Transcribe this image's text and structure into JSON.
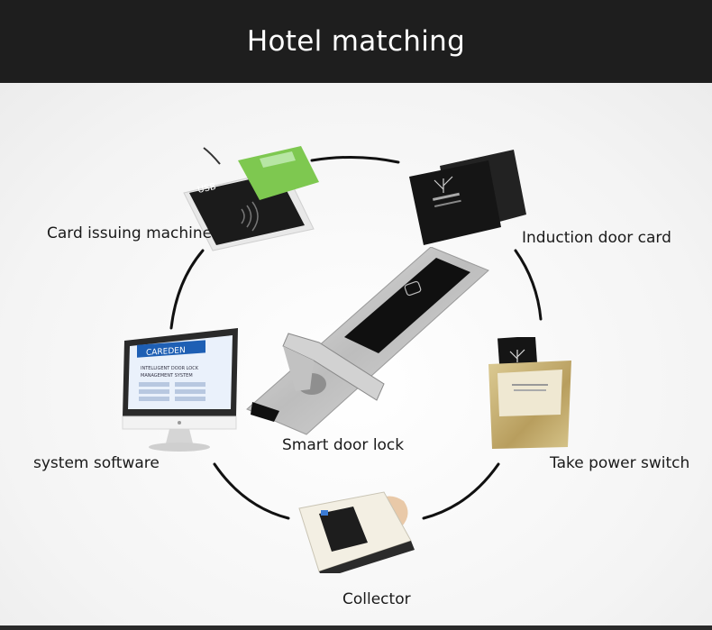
{
  "header": {
    "title": "Hotel matching"
  },
  "items": {
    "card_issuing": {
      "label": "Card issuing machine",
      "screen_text": "USB"
    },
    "induction_card": {
      "label": "Induction door card"
    },
    "system_software": {
      "label": "system software",
      "brand_text": "CAREDEN",
      "line1": "INTELLIGENT DOOR LOCK",
      "line2": "MANAGEMENT SYSTEM"
    },
    "smart_lock": {
      "label": "Smart door lock"
    },
    "power_switch": {
      "label": "Take power switch"
    },
    "collector": {
      "label": "Collector"
    }
  },
  "colors": {
    "header_bg": "#1e1e1e",
    "ring": "#111111",
    "lock_silver": "#c9c9c9",
    "switch_gold": "#c9b37a",
    "card_green": "#7ec850"
  }
}
